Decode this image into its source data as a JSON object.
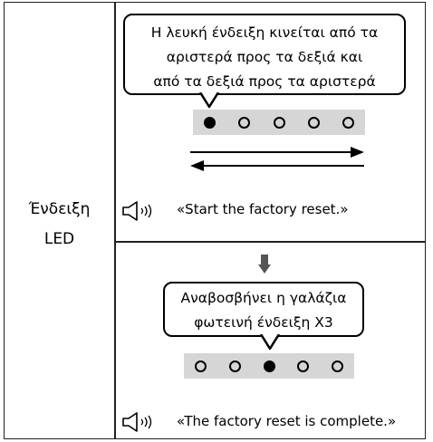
{
  "row_label": {
    "line1": "Ένδειξη",
    "line2": "LED"
  },
  "step1": {
    "bubble_lines": [
      "Η λευκή ένδειξη κινείται από τα",
      "αριστερά προς τα δεξιά και",
      "από τα δεξιά προς τα αριστερά"
    ],
    "leds": [
      true,
      false,
      false,
      false,
      false
    ],
    "voice": "«Start the factory reset.»"
  },
  "step2": {
    "bubble_lines": [
      "Αναβοσβήνει η γαλάζια",
      "φωτεινή ένδειξη X3"
    ],
    "leds": [
      false,
      false,
      true,
      false,
      false
    ],
    "voice": "«The factory reset is complete.»"
  },
  "icons": {
    "speaker": "speaker-icon",
    "arrow_right": "arrow-right-icon",
    "arrow_left": "arrow-left-icon",
    "arrow_down": "arrow-down-icon"
  },
  "colors": {
    "border": "#222222",
    "led_strip": "#d6d6d6",
    "led_on": "#000000",
    "arrow_down": "#555555"
  }
}
